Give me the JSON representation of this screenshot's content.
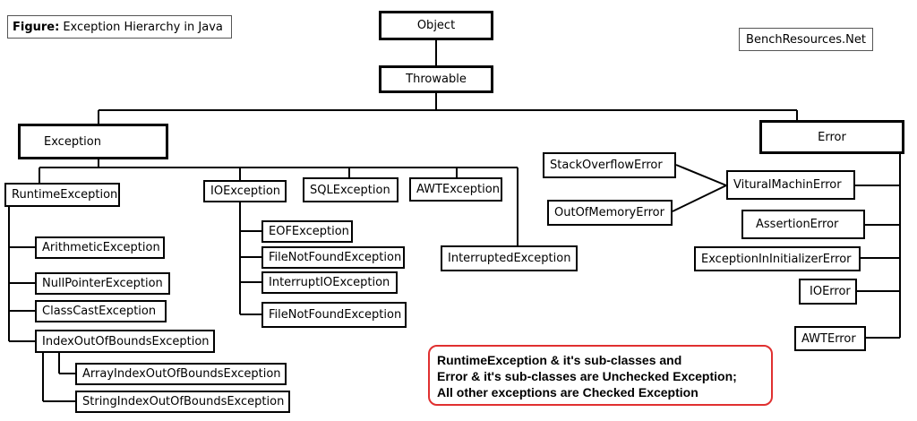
{
  "caption": {
    "prefix": "Figure:",
    "text": "Exception Hierarchy in Java"
  },
  "site": "BenchResources.Net",
  "nodes": {
    "object": "Object",
    "throwable": "Throwable",
    "exception": "Exception",
    "error": "Error",
    "runtime_exception": "RuntimeException",
    "io_exception": "IOException",
    "sql_exception": "SQLException",
    "awt_exception": "AWTException",
    "interrupted_exception": "InterruptedException",
    "arithmetic_exception": "ArithmeticException",
    "null_pointer_exception": "NullPointerException",
    "class_cast_exception": "ClassCastException",
    "index_out_of_bounds_exception": "IndexOutOfBoundsException",
    "array_index_out_of_bounds_exception": "ArrayIndexOutOfBoundsException",
    "string_index_out_of_bounds_exception": "StringIndexOutOfBoundsException",
    "eof_exception": "EOFException",
    "file_not_found_exception_1": "FileNotFoundException",
    "interrupt_io_exception": "InterruptIOException",
    "file_not_found_exception_2": "FileNotFoundException",
    "stack_overflow_error": "StackOverflowError",
    "out_of_memory_error": "OutOfMemoryError",
    "virtual_machine_error": "VituralMachinError",
    "assertion_error": "AssertionError",
    "exception_in_initializer_error": "ExceptionInInitializerError",
    "io_error": "IOError",
    "awt_error": "AWTError"
  },
  "note": {
    "lines": [
      "RuntimeException & it's sub-classes and",
      "Error & it's sub-classes are Unchecked Exception;",
      "All other exceptions are Checked Exception"
    ],
    "border_color": "#e03030"
  }
}
